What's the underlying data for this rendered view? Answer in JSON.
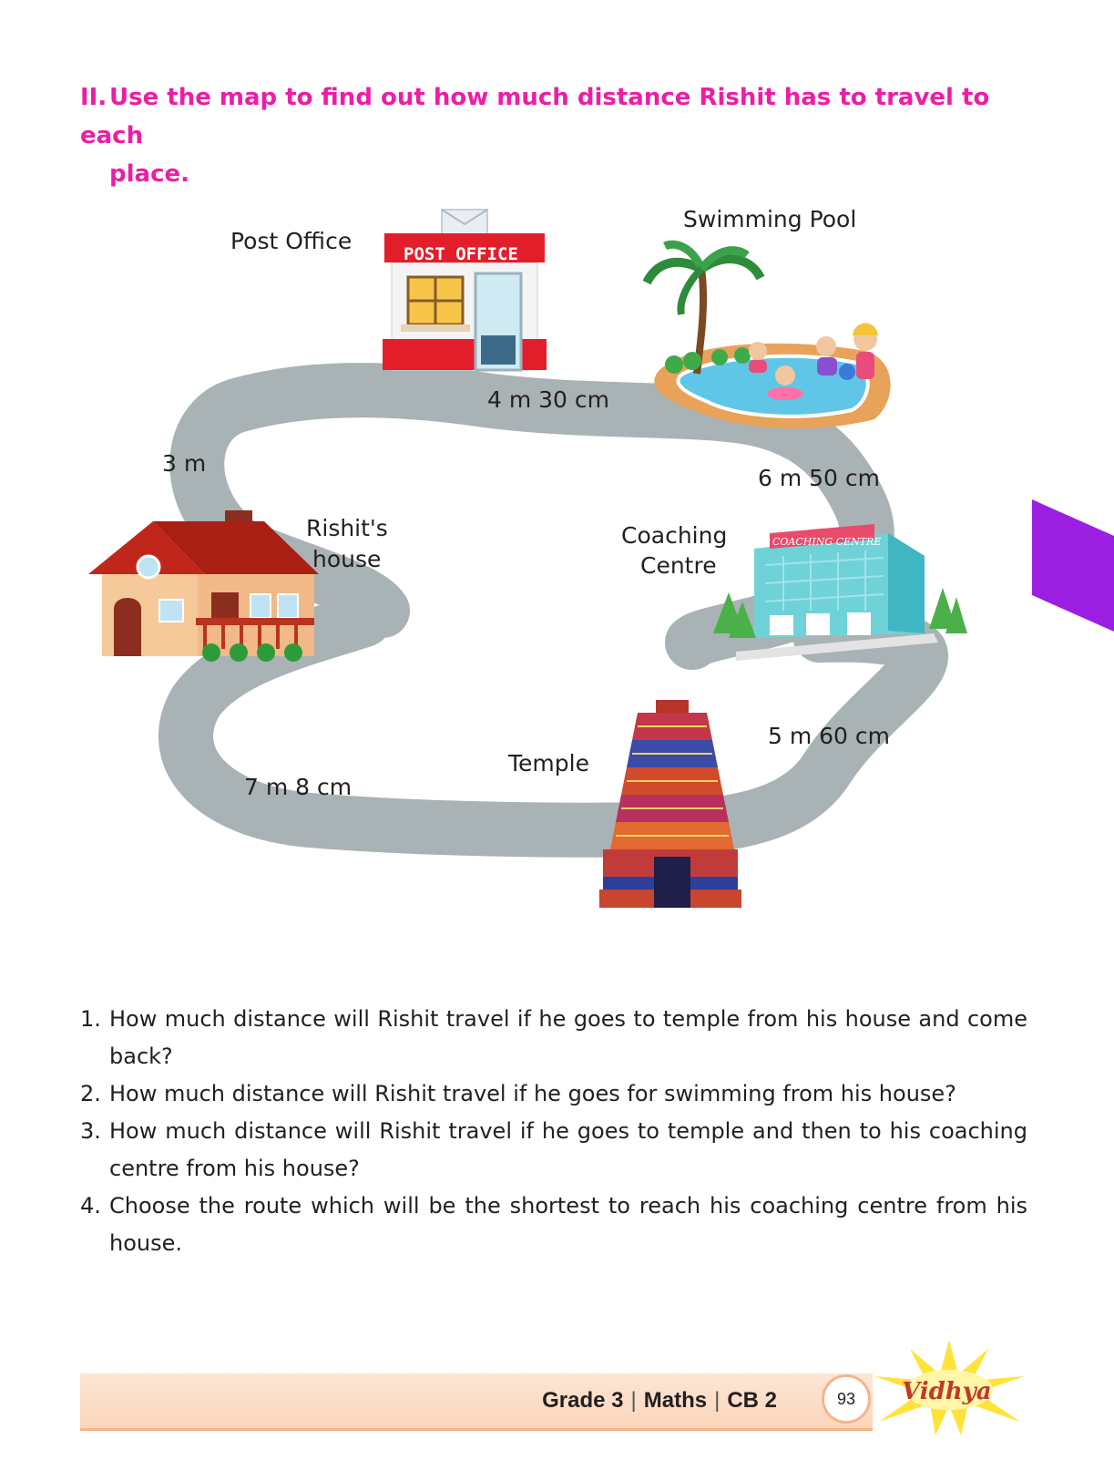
{
  "heading": {
    "number": "II.",
    "line1": "Use the map to find out how much distance Rishit has to travel to each",
    "line2": "place."
  },
  "map": {
    "places": {
      "post_office": "Post Office",
      "post_office_sign": "POST OFFICE",
      "swimming_pool": "Swimming Pool",
      "rishit_house_line1": "Rishit's",
      "rishit_house_line2": "house",
      "coaching_line1": "Coaching",
      "coaching_line2": "Centre",
      "coaching_sign": "COACHING CENTRE",
      "temple": "Temple"
    },
    "distances": {
      "house_to_post_office": "3 m",
      "post_office_to_pool": "4 m 30 cm",
      "pool_to_coaching": "6 m 50 cm",
      "coaching_to_temple": "5 m 60 cm",
      "temple_to_house": "7 m 8 cm"
    },
    "colors": {
      "road": "#a9b2b5",
      "side_tab": "#9b1fe0"
    }
  },
  "questions": [
    {
      "number": "1.",
      "text": "How much distance will Rishit travel if he goes to temple from his house and come back?"
    },
    {
      "number": "2.",
      "text": "How much distance will Rishit travel if he goes for swimming from his house?"
    },
    {
      "number": "3.",
      "text": "How much distance will Rishit travel if he goes to temple and then to his coaching centre from his house?"
    },
    {
      "number": "4.",
      "text": "Choose the route which will be the shortest to reach his coaching centre from his house."
    }
  ],
  "footer": {
    "grade": "Grade 3",
    "subject": "Maths",
    "book": "CB 2",
    "separator": "|",
    "page_number": "93",
    "logo_text": "Vidhya"
  }
}
